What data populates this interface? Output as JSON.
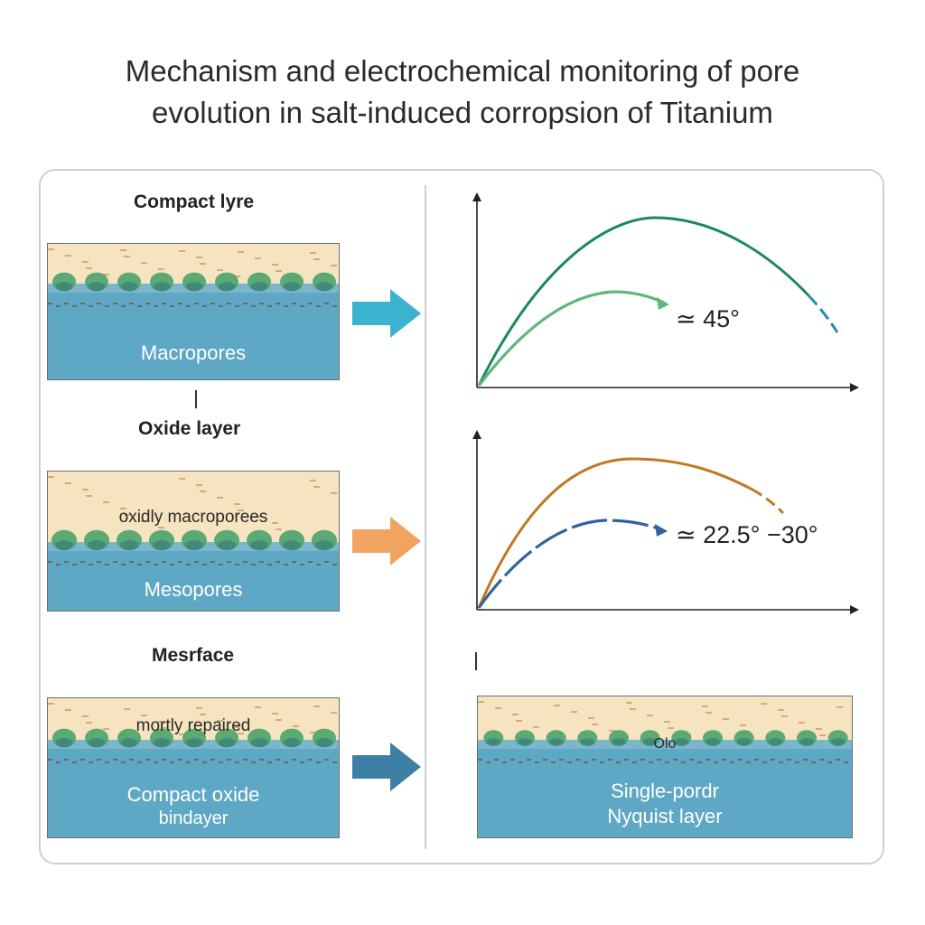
{
  "title": {
    "line1": "Mechanism and electrochemical monitoring of pore",
    "line2": "evolution in salt-induced corropsion of Titanium"
  },
  "colors": {
    "oxide_tan": "#f6e3bf",
    "electrolyte_blue": "#5ea8c6",
    "pore_green": "#4aa36a",
    "arrow_teal": "#3bb3cf",
    "arrow_orange": "#f0a460",
    "arrow_steel": "#3d7fa5",
    "curve1_dark": "#1a8a5a",
    "curve1_light": "#5fb87a",
    "curve1_tail": "#1f8fb0",
    "curve2_outer": "#c07a25",
    "curve2_inner": "#2f63a0",
    "curve2_tail": "#6b6b1f"
  },
  "stages": [
    {
      "heading": "Compact lyre",
      "overlay": "",
      "label": [
        "Macropores"
      ]
    },
    {
      "heading": "Oxide layer",
      "overlay": "oxidly  macroporees",
      "label": [
        "Mesopores"
      ]
    },
    {
      "heading": "Mesrface",
      "overlay": "mortly  repaired",
      "label": [
        "Compact oxide",
        "bindayer"
      ]
    }
  ],
  "charts": [
    {
      "angle_label": "≃ 45°"
    },
    {
      "angle_label": "≃ 22.5° −30°"
    }
  ],
  "final_panel": {
    "overlay": "Olo",
    "label": [
      "Single-pordr",
      "Nyquist layer"
    ]
  }
}
